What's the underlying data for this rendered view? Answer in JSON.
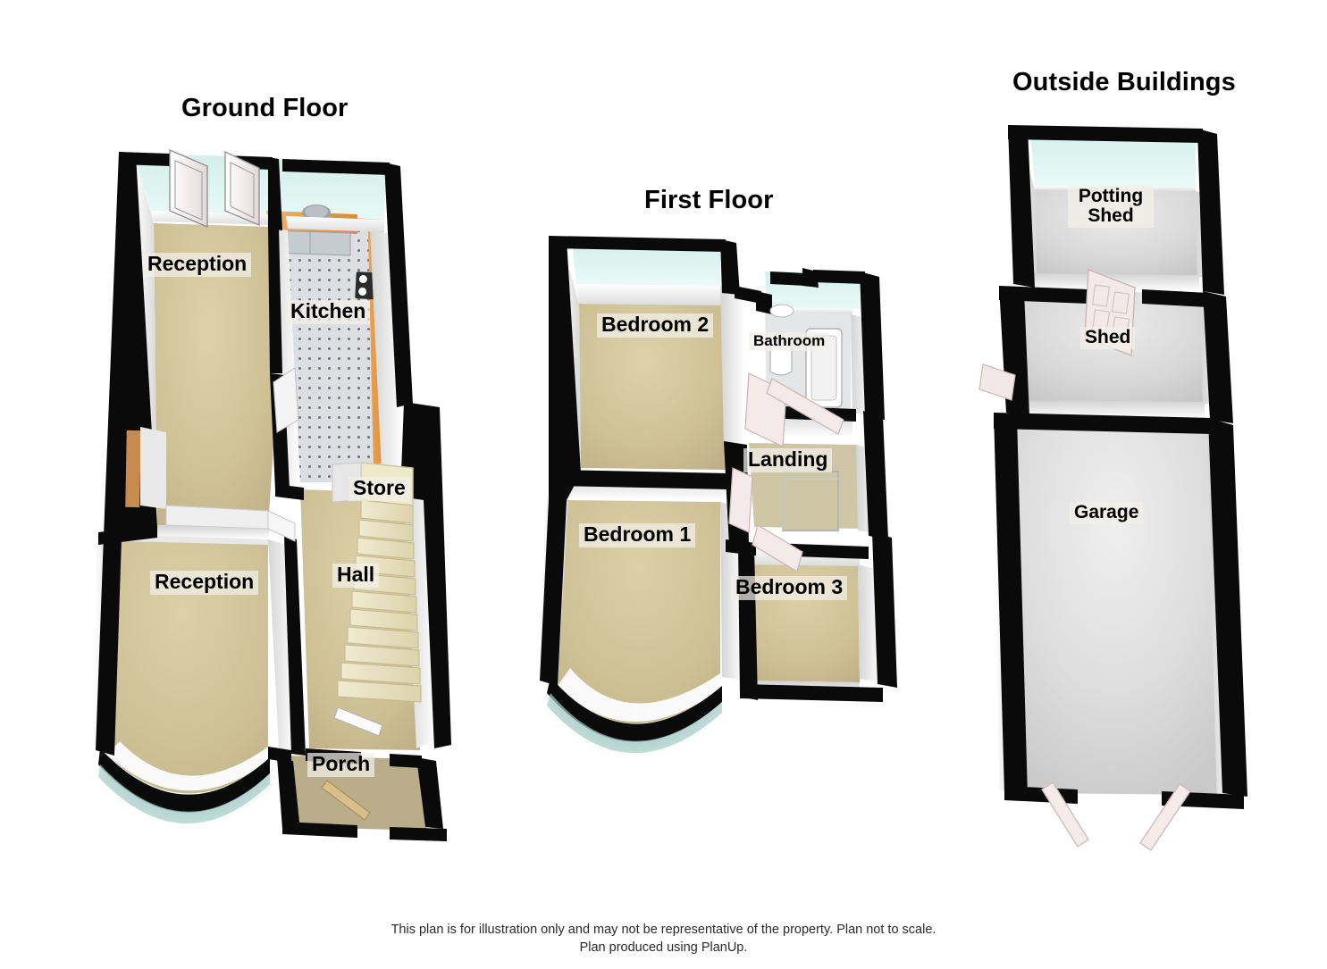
{
  "document": {
    "type": "floor-plan",
    "background_color": "#ffffff"
  },
  "sections": [
    {
      "id": "ground",
      "title": "Ground Floor"
    },
    {
      "id": "first",
      "title": "First Floor"
    },
    {
      "id": "outside",
      "title": "Outside Buildings"
    }
  ],
  "ground_floor": {
    "title": "Ground Floor",
    "rooms": [
      {
        "name": "Reception",
        "label": "Reception"
      },
      {
        "name": "Kitchen",
        "label": "Kitchen"
      },
      {
        "name": "Reception2",
        "label": "Reception"
      },
      {
        "name": "Store",
        "label": "Store"
      },
      {
        "name": "Hall",
        "label": "Hall"
      },
      {
        "name": "Porch",
        "label": "Porch"
      }
    ]
  },
  "first_floor": {
    "title": "First Floor",
    "rooms": [
      {
        "name": "Bedroom2",
        "label": "Bedroom 2"
      },
      {
        "name": "Bathroom",
        "label": "Bathroom"
      },
      {
        "name": "Landing",
        "label": "Landing"
      },
      {
        "name": "Bedroom1",
        "label": "Bedroom 1"
      },
      {
        "name": "Bedroom3",
        "label": "Bedroom 3"
      }
    ]
  },
  "outside_buildings": {
    "title": "Outside Buildings",
    "rooms": [
      {
        "name": "PottingShed",
        "label_line1": "Potting",
        "label_line2": "Shed"
      },
      {
        "name": "Shed",
        "label": "Shed"
      },
      {
        "name": "Garage",
        "label": "Garage"
      }
    ]
  },
  "footer": {
    "line1": "This plan is for illustration only and may not be representative of the property. Plan not to scale.",
    "line2": "Plan produced using PlanUp."
  },
  "colors": {
    "wall_outline": "#0a0a0a",
    "wall_face": "#f2f2f2",
    "carpet": "#cfc196",
    "kitchen_floor": "#d8dade",
    "kitchen_worktop": "#e8a254",
    "garage_floor": "#d9d9d9",
    "stair_tread": "#e7dfbd",
    "sky_tint": "#d9f0ec",
    "label_bg": "#f2f0e9",
    "text": "#000000",
    "footer_text": "#2a2a2a"
  }
}
